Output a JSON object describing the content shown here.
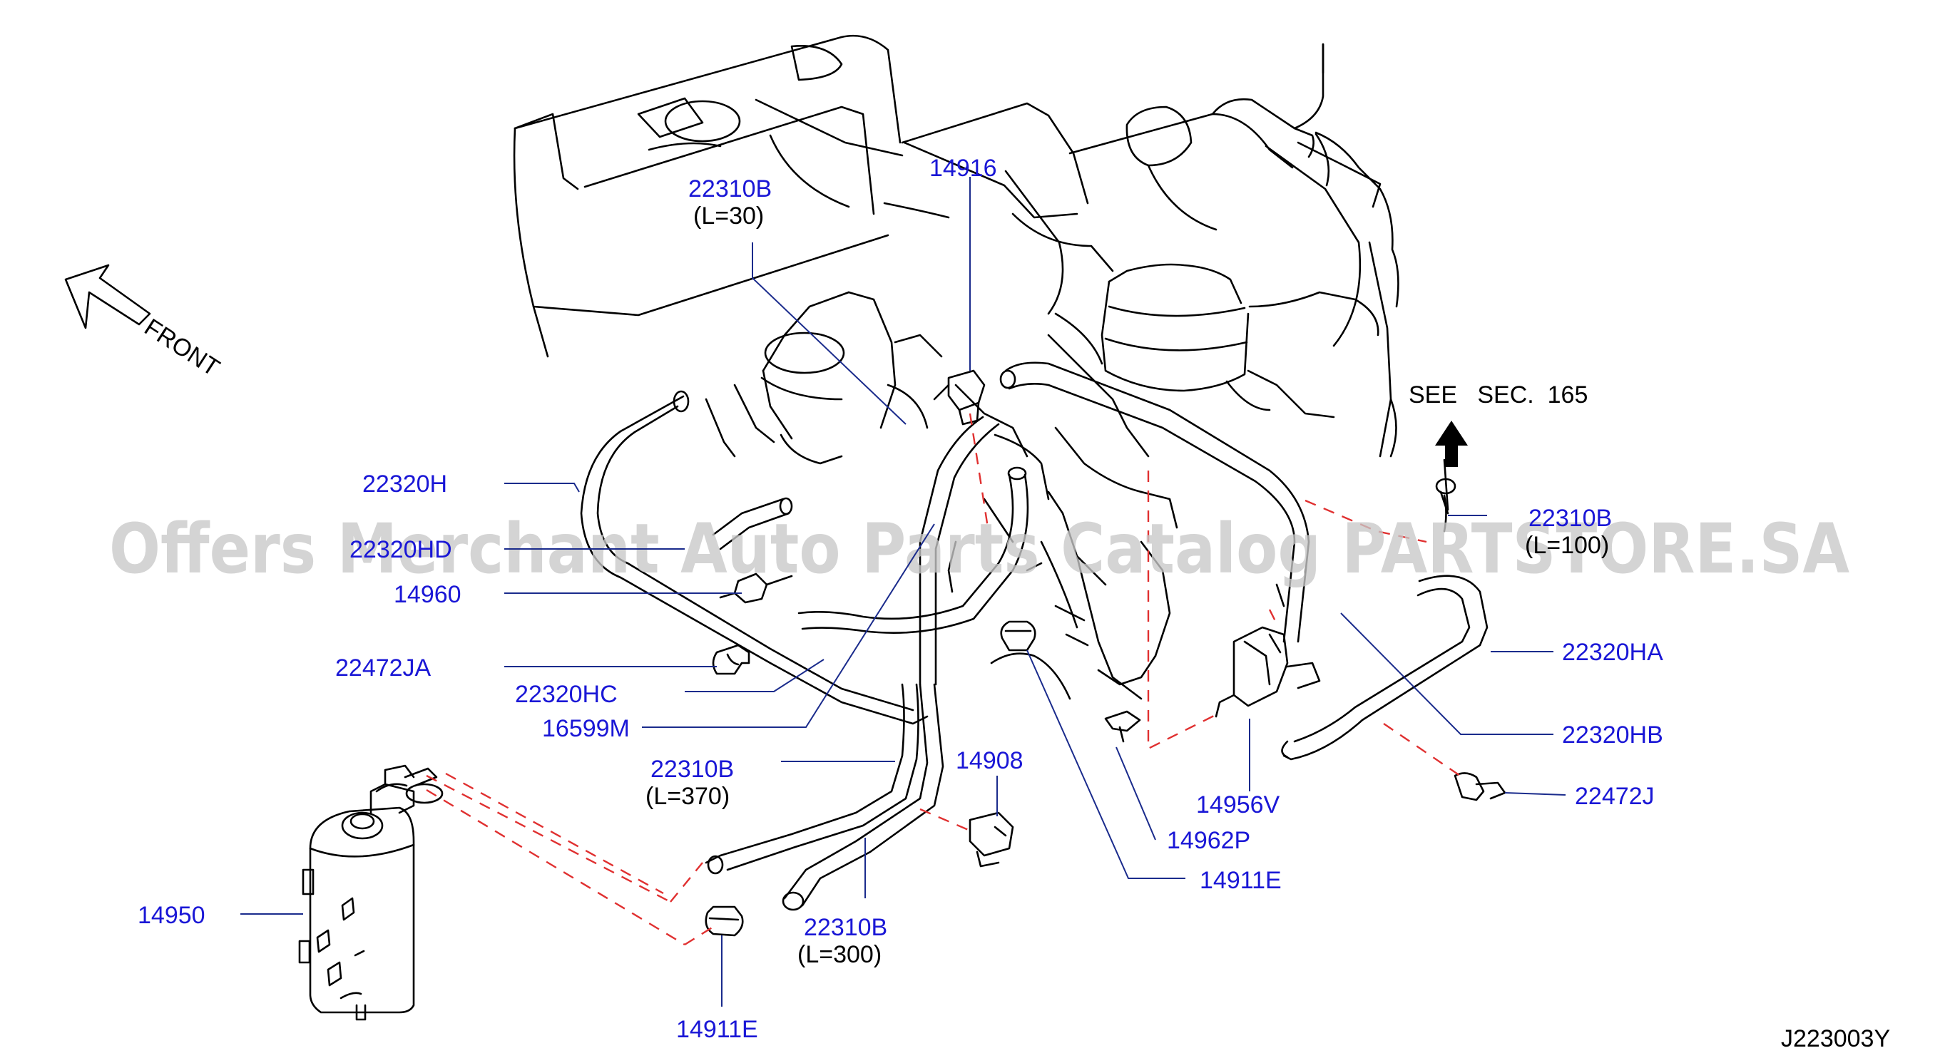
{
  "front_label": "FRONT",
  "see_section": "SEE   SEC.  165",
  "diagram_code": "J223003Y",
  "watermark": "Offers Merchant Auto Parts Catalog PARTSTORE.SA",
  "callouts": {
    "c_22310B_l30": {
      "part": "22310B",
      "note": "(L=30)"
    },
    "c_14916": {
      "part": "14916"
    },
    "c_22320H": {
      "part": "22320H"
    },
    "c_22320HD": {
      "part": "22320HD"
    },
    "c_14960": {
      "part": "14960"
    },
    "c_22472JA": {
      "part": "22472JA"
    },
    "c_22320HC": {
      "part": "22320HC"
    },
    "c_16599M": {
      "part": "16599M"
    },
    "c_22310B_l370": {
      "part": "22310B",
      "note": "(L=370)"
    },
    "c_14908": {
      "part": "14908"
    },
    "c_14950": {
      "part": "14950"
    },
    "c_22310B_l300": {
      "part": "22310B",
      "note": "(L=300)"
    },
    "c_14911E_a": {
      "part": "14911E"
    },
    "c_14911E_b": {
      "part": "14911E"
    },
    "c_14962P": {
      "part": "14962P"
    },
    "c_14956V": {
      "part": "14956V"
    },
    "c_22310B_l100": {
      "part": "22310B",
      "note": "(L=100)"
    },
    "c_22320HA": {
      "part": "22320HA"
    },
    "c_22320HB": {
      "part": "22320HB"
    },
    "c_22472J": {
      "part": "22472J"
    }
  }
}
